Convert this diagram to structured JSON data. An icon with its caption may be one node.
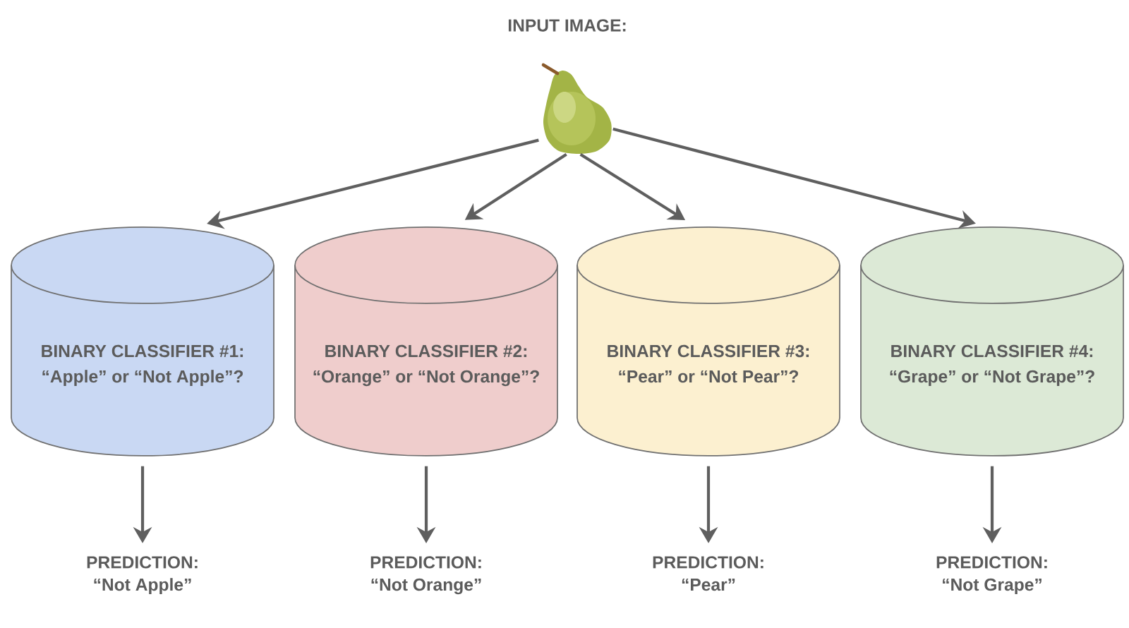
{
  "diagram": {
    "nodes": [
      {
        "text": [],
        "shape": "picture",
        "beside": [
          "INPUT IMAGE:"
        ]
      },
      {
        "text": [
          "BINARY CLASSIFIER #1:",
          "“Apple” or “Not Apple”?"
        ]
      },
      {
        "text": [
          "BINARY CLASSIFIER #2:",
          "“Orange” or “Not Orange”?"
        ]
      },
      {
        "text": [
          "BINARY CLASSIFIER #3:",
          "“Pear” or “Not Pear”?"
        ]
      },
      {
        "text": [
          "BINARY CLASSIFIER #4:",
          "“Grape” or “Not Grape”?"
        ]
      },
      {
        "text": [
          "PREDICTION:",
          "“Not Apple”"
        ]
      },
      {
        "text": [
          "PREDICTION:",
          "“Not Orange”"
        ]
      },
      {
        "text": [
          "PREDICTION:",
          "“Pear”"
        ]
      },
      {
        "text": [
          "PREDICTION:",
          "“Not Grape”"
        ]
      }
    ],
    "edges": [
      {
        "from": 0,
        "to": 1,
        "arrow": "to"
      },
      {
        "from": 0,
        "to": 2,
        "arrow": "to"
      },
      {
        "from": 0,
        "to": 3,
        "arrow": "to"
      },
      {
        "from": 0,
        "to": 4,
        "arrow": "to"
      },
      {
        "from": 1,
        "to": 5,
        "arrow": "to"
      },
      {
        "from": 2,
        "to": 6,
        "arrow": "to"
      },
      {
        "from": 3,
        "to": 7,
        "arrow": "to"
      },
      {
        "from": 4,
        "to": 8,
        "arrow": "to"
      }
    ]
  }
}
